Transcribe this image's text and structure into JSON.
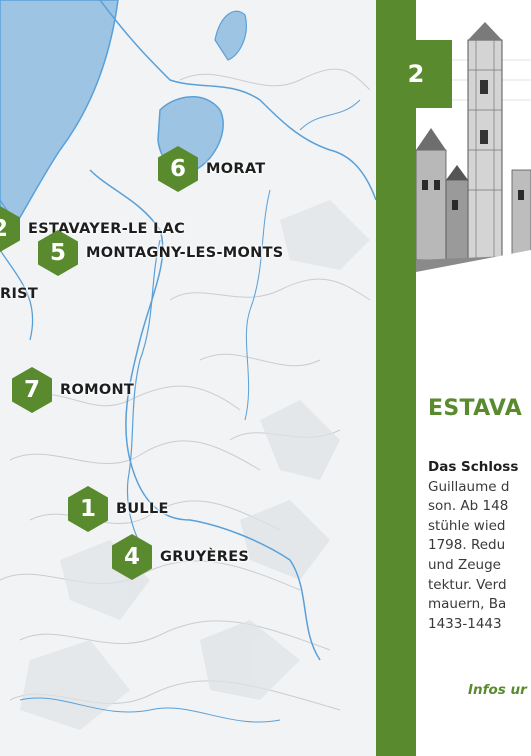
{
  "map": {
    "markers": [
      {
        "number": "6",
        "label": "MORAT"
      },
      {
        "number": "2",
        "label": "ESTAVAYER-LE LAC"
      },
      {
        "number": "5",
        "label": "MONTAGNY-LES-MONTS"
      },
      {
        "number": "7",
        "label": "ROMONT"
      },
      {
        "number": "1",
        "label": "BULLE"
      },
      {
        "number": "4",
        "label": "GRUYÈRES"
      }
    ],
    "partial_label": "RIST",
    "colors": {
      "marker_green": "#5a8a2e",
      "lake_blue": "#9ec4e4",
      "river_blue": "#5aa0d8"
    }
  },
  "panel": {
    "number": "2",
    "title": "ESTAVA",
    "body_lines": [
      {
        "bold": "Das Schloss",
        "rest": ""
      },
      {
        "bold": "",
        "rest": "Guillaume d"
      },
      {
        "bold": "",
        "rest": "son. Ab 148"
      },
      {
        "bold": "",
        "rest": "stühle wied"
      },
      {
        "bold": "",
        "rest": "1798. Redu"
      },
      {
        "bold": "",
        "rest": "und Zeuge"
      },
      {
        "bold": "",
        "rest": "tektur. Verd"
      },
      {
        "bold": "",
        "rest": "mauern, Ba"
      },
      {
        "bold": "",
        "rest": "1433-1443"
      }
    ],
    "info_link": "Infos ur"
  }
}
